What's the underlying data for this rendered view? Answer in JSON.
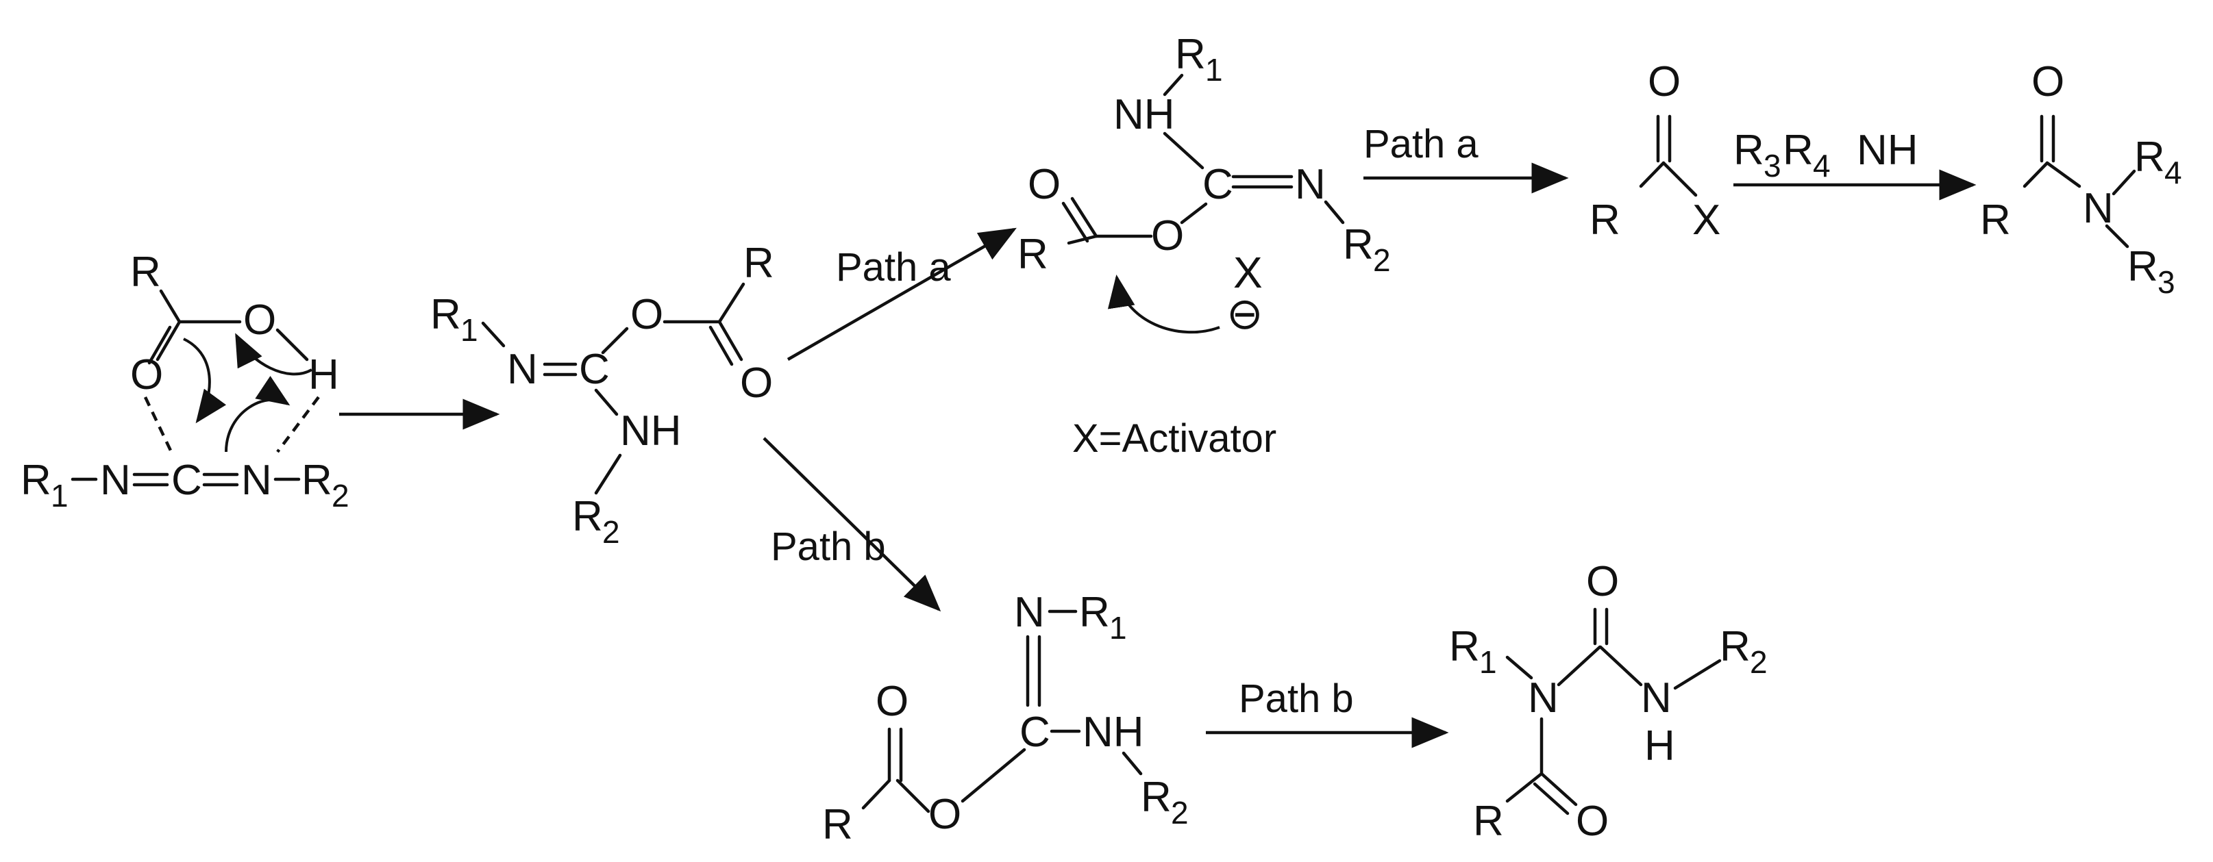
{
  "scheme": {
    "atoms": {
      "R": "R",
      "O": "O",
      "H": "H",
      "N": "N",
      "C": "C",
      "X": "X",
      "NH": "NH",
      "R_sym": "R",
      "sub_1": "1",
      "sub_2": "2",
      "sub_3": "3",
      "sub_4": "4",
      "minus": "⊖"
    },
    "labels": {
      "path_a_1": "Path a",
      "path_a_2": "Path a",
      "path_b_1": "Path b",
      "path_b_2": "Path b",
      "activator_note": "X=Activator",
      "amine_reagent_prefix": "R",
      "amine_reagent_mid": "R",
      "amine_reagent_suffix": "NH"
    }
  }
}
